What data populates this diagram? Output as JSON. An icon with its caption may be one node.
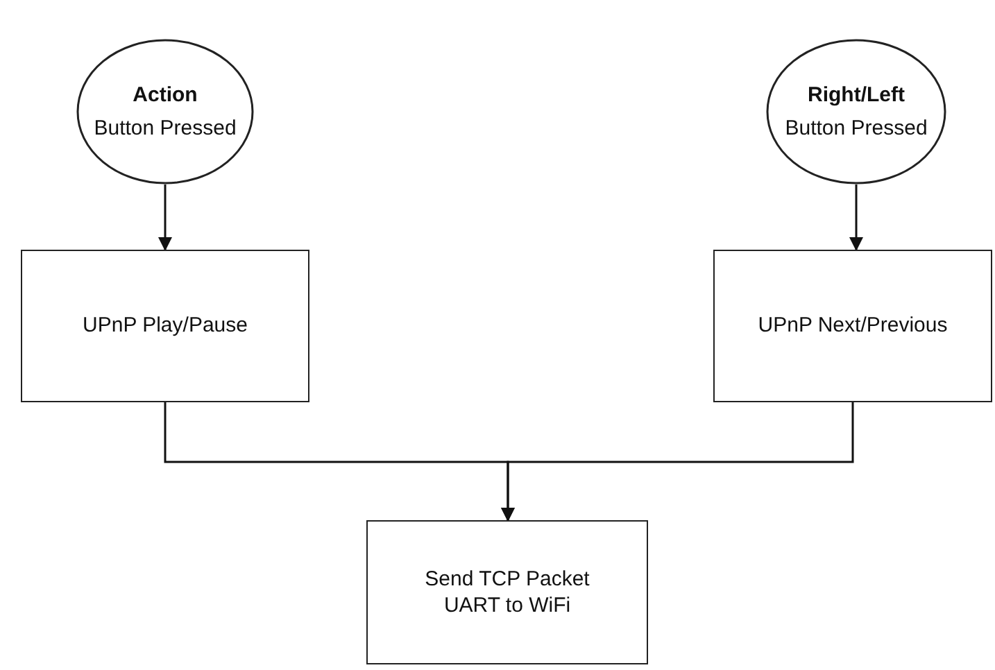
{
  "diagram": {
    "nodes": [
      {
        "text": [
          "Action",
          "Button Pressed"
        ]
      },
      {
        "text": [
          "Right/Left",
          "Button Pressed"
        ]
      },
      {
        "text": [
          "UPnP Play/Pause"
        ]
      },
      {
        "text": [
          "UPnP Next/Previous"
        ]
      },
      {
        "text": [
          "Send TCP Packet UART to WiFi"
        ]
      }
    ],
    "edges": [
      {
        "from": 0,
        "to": 2,
        "arrow": "to"
      },
      {
        "from": 1,
        "to": 3,
        "arrow": "to"
      },
      {
        "from": 2,
        "to": 4,
        "arrow": "to"
      },
      {
        "from": 3,
        "to": 4,
        "arrow": "to"
      }
    ]
  }
}
